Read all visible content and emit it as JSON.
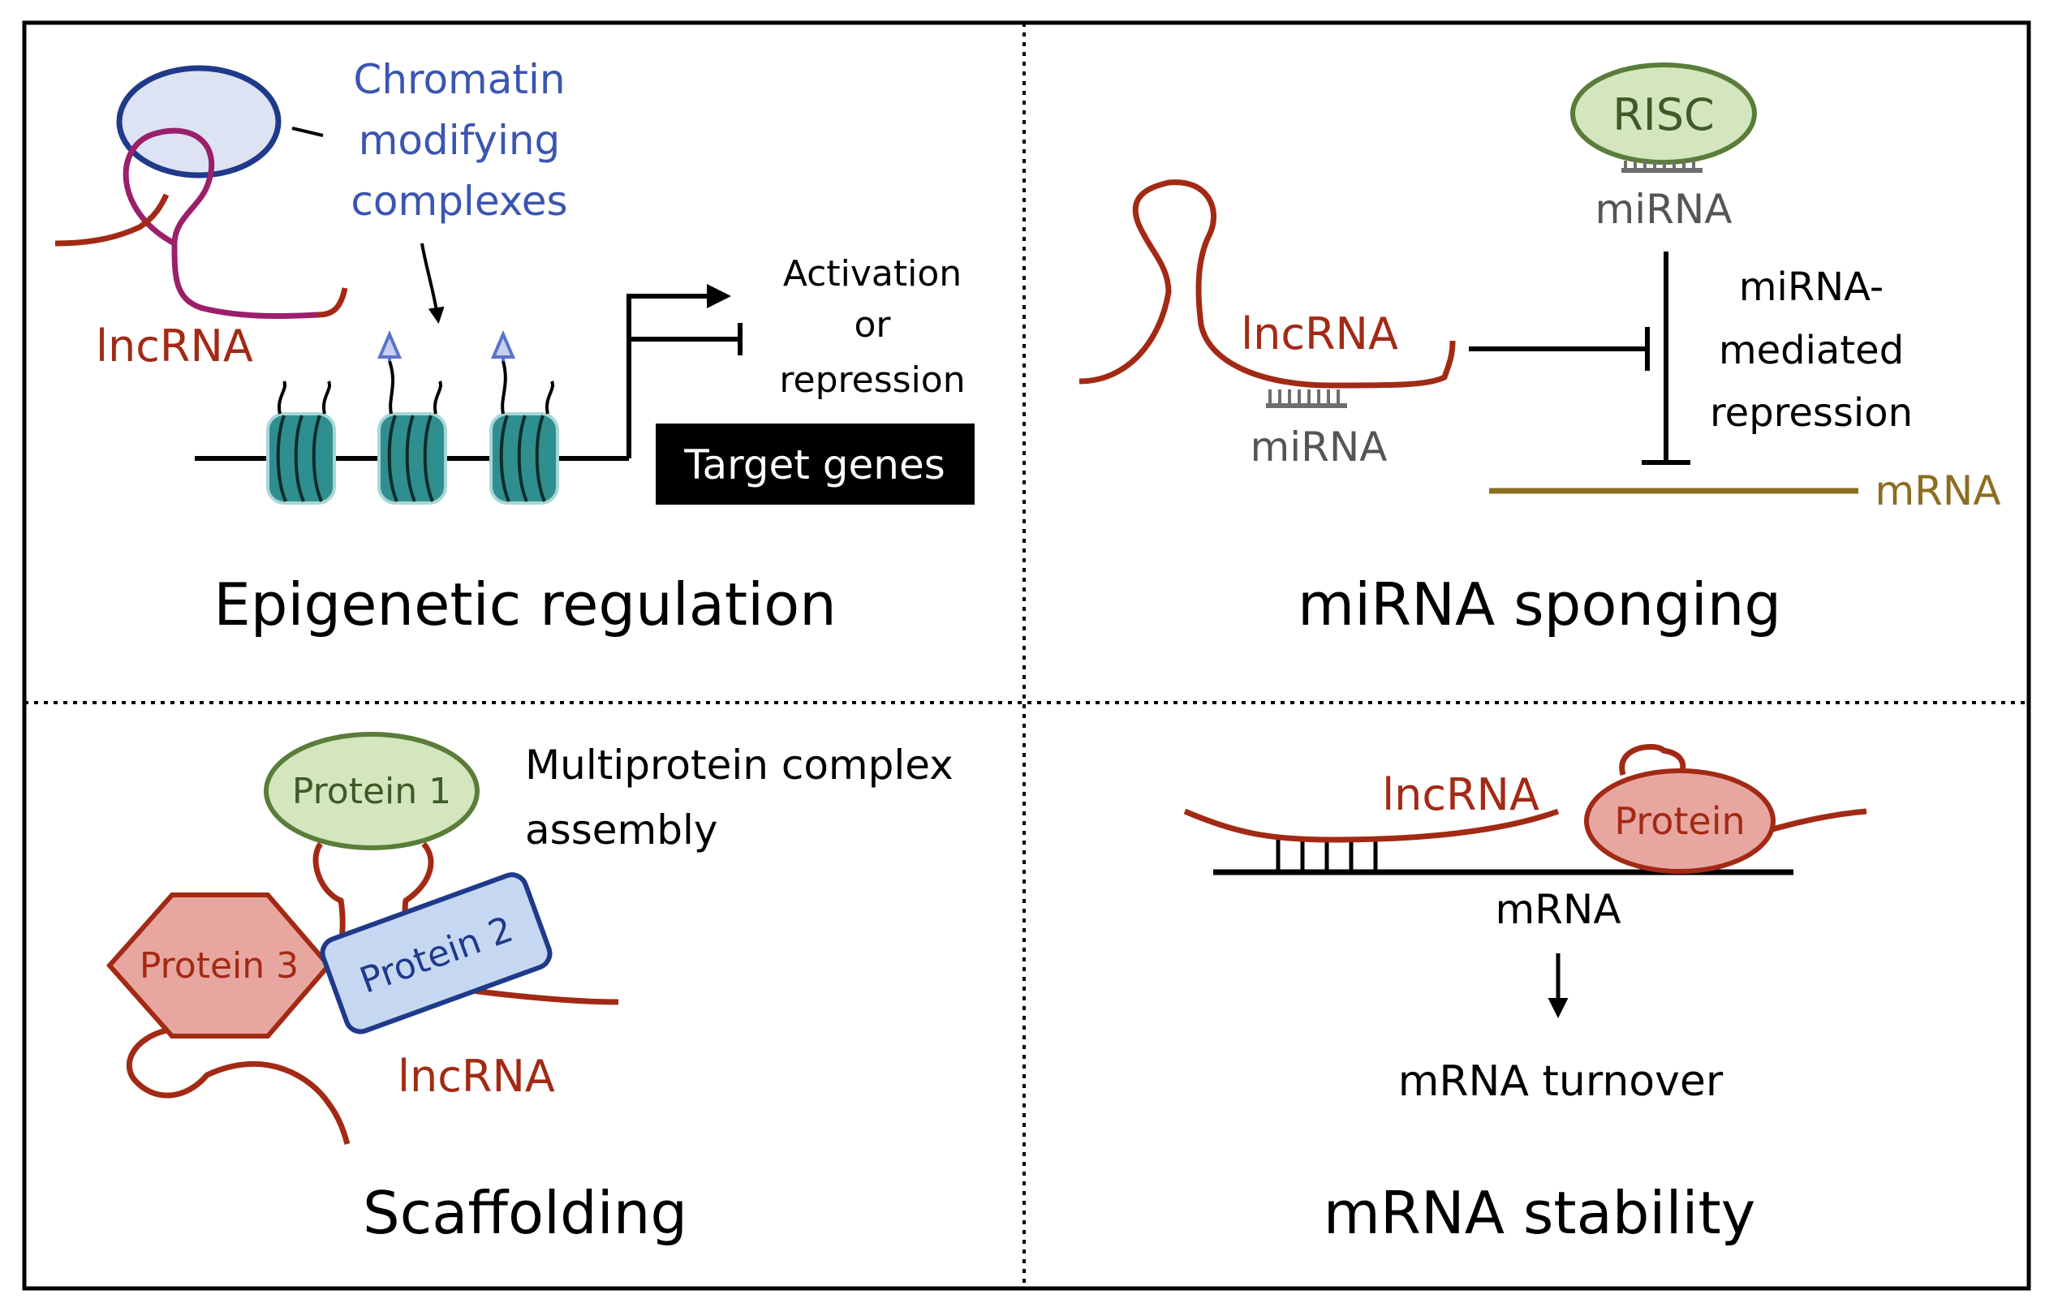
{
  "panels": {
    "epigenetic": {
      "title": "Epigenetic regulation",
      "complex_label": [
        "Chromatin",
        "modifying",
        "complexes"
      ],
      "lncrna_label": "lncRNA",
      "outcome_label": [
        "Activation",
        "or",
        "repression"
      ],
      "target_label": "Target genes"
    },
    "sponging": {
      "title": "miRNA sponging",
      "risc_label": "RISC",
      "mirna_top_label": "miRNA",
      "mirna_bottom_label": "miRNA",
      "lncrna_label": "lncRNA",
      "repression_label": [
        "miRNA-",
        "mediated",
        "repression"
      ],
      "mrna_label": "mRNA"
    },
    "scaffolding": {
      "title": "Scaffolding",
      "complex_label": [
        "Multiprotein complex",
        "assembly"
      ],
      "protein1_label": "Protein 1",
      "protein2_label": "Protein 2",
      "protein3_label": "Protein 3",
      "lncrna_label": "lncRNA"
    },
    "stability": {
      "title": "mRNA stability",
      "lncrna_label": "lncRNA",
      "protein_label": "Protein",
      "mrna_label": "mRNA",
      "turnover_label": "mRNA turnover"
    }
  },
  "colors": {
    "lncrna": "#a22a14",
    "complex_blue": "#1f3a8a",
    "complex_label_blue": "#3b55b0",
    "complex_fill": "#dde3f3",
    "magenta": "#9b1f6b",
    "nucleosome": "#2f8f8f",
    "mark_blue": "#5b73c9",
    "risc_fill": "#d3e6bd",
    "risc_stroke": "#5a7d3a",
    "risc_text": "#3e5a26",
    "mirna_gray": "#6e6e6e",
    "mrna_olive": "#8c6d1f",
    "protein_red_fill": "#e8a6a0",
    "protein_blue_fill": "#c6d8f1",
    "protein_blue_stroke": "#1f3a8a"
  }
}
